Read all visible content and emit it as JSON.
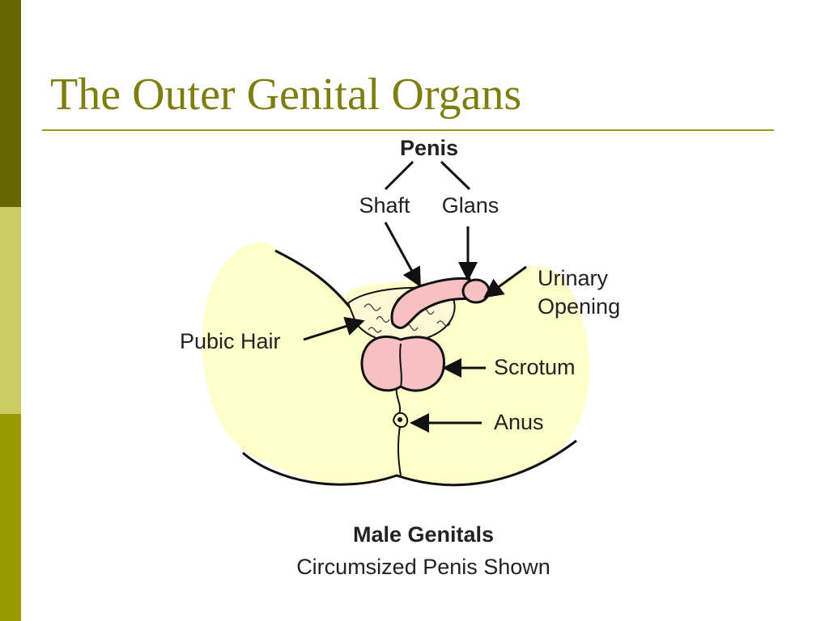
{
  "slide": {
    "title": "The Outer Genital Organs",
    "colors": {
      "band_top": "#666600",
      "band_mid": "#cccc66",
      "band_bottom": "#999900",
      "title": "#7e7e0f",
      "body_fill": "#ffffcc",
      "organ_fill": "#f7c0c3"
    }
  },
  "diagram": {
    "heading": "Penis",
    "labels": {
      "shaft": "Shaft",
      "glans": "Glans",
      "urinary_line1": "Urinary",
      "urinary_line2": "Opening",
      "pubic_hair": "Pubic Hair",
      "scrotum": "Scrotum",
      "anus": "Anus"
    },
    "caption_title": "Male Genitals",
    "caption_subtitle": "Circumsized Penis Shown"
  }
}
